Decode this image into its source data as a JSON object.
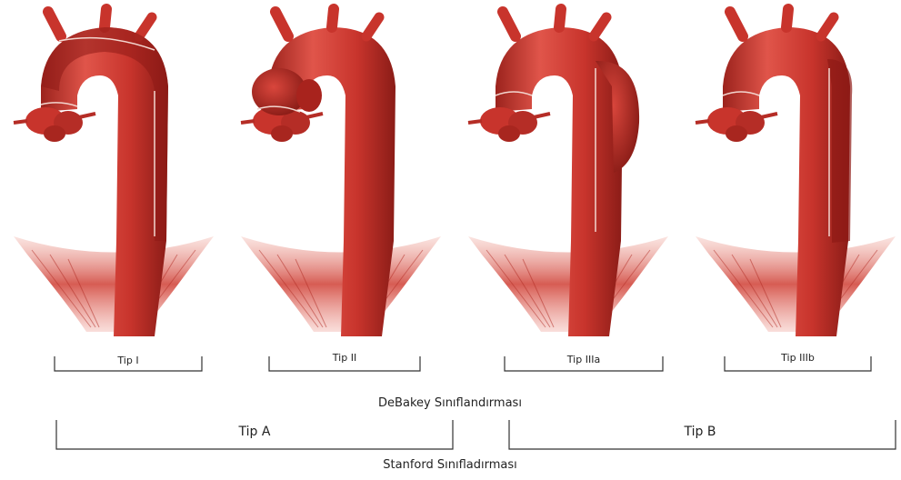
{
  "panels": [
    {
      "label": "Tip I"
    },
    {
      "label": "Tip II"
    },
    {
      "label": "Tip IIIa"
    },
    {
      "label": "Tip IIIb"
    }
  ],
  "debakey_label": "DeBakey Sınıflandırması",
  "stanford": {
    "type_a": "Tip A",
    "type_b": "Tip B",
    "label": "Stanford Sınıfladırması"
  },
  "colors": {
    "vessel": "#c8342c",
    "vessel_light": "#e0554a",
    "dissection": "#8e1a16",
    "muscle": "#d24a40",
    "outline": "#f3d6cf"
  }
}
